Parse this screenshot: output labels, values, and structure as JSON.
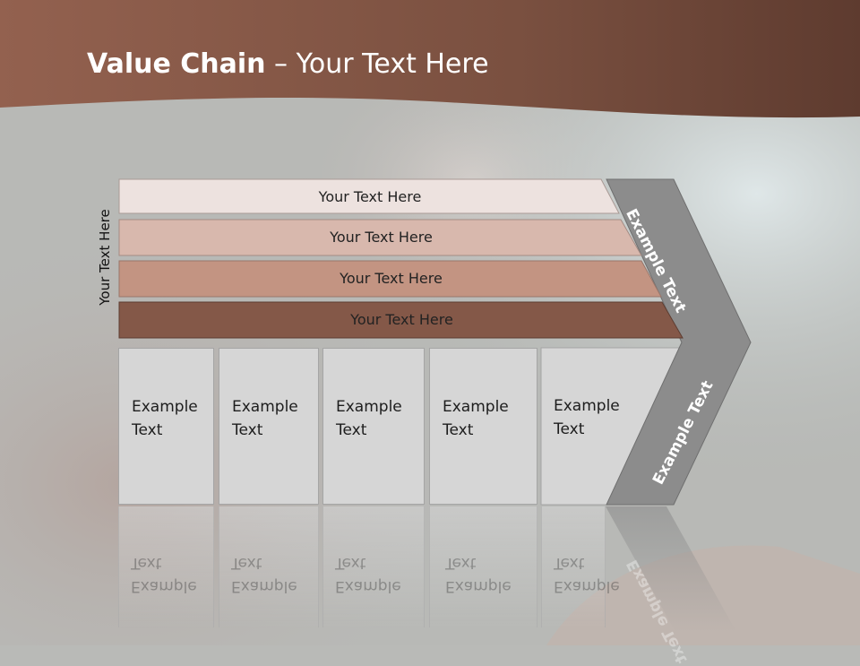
{
  "slide": {
    "title_bold": "Value Chain",
    "title_rest": " – Your Text Here",
    "side_label": "Your Text Here"
  },
  "rows": [
    {
      "label": "Your Text Here",
      "color": "#ede2df"
    },
    {
      "label": "Your Text Here",
      "color": "#d8b8ad"
    },
    {
      "label": "Your Text Here",
      "color": "#c39482"
    },
    {
      "label": "Your Text Here",
      "color": "#845848"
    }
  ],
  "boxes": [
    {
      "line1": "Example",
      "line2": "Text"
    },
    {
      "line1": "Example",
      "line2": "Text"
    },
    {
      "line1": "Example",
      "line2": "Text"
    },
    {
      "line1": "Example",
      "line2": "Text"
    },
    {
      "line1": "Example",
      "line2": "Text"
    }
  ],
  "chevron": {
    "upper_label": "Example Text",
    "lower_label": "Example Text",
    "color": "#8c8c8c"
  },
  "colors": {
    "header": "#6e4535",
    "background": "#b9bab7"
  }
}
